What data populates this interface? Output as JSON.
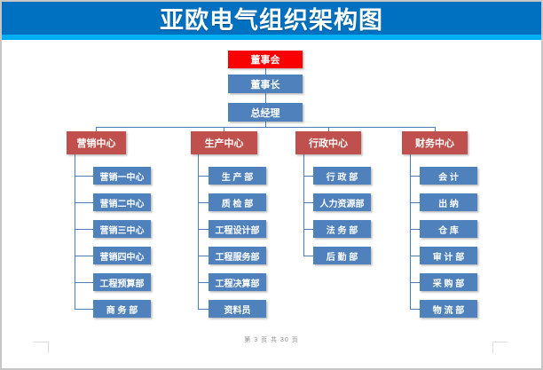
{
  "page": {
    "title": "亚欧电气组织架构图",
    "footer": "第 3 页 共 30 页"
  },
  "colors": {
    "banner_blue": "#0070c0",
    "banner_strip": "#00b0f0",
    "board_red": "#fb0000",
    "center_red": "#c0504d",
    "node_blue": "#4f81bd",
    "connector_blue": "#4a7dbb"
  },
  "chart": {
    "type": "org-chart",
    "root": [
      {
        "label": "董事会"
      },
      {
        "label": "董事长"
      },
      {
        "label": "总经理"
      }
    ],
    "columns": [
      {
        "header": "营销中心",
        "children": [
          "营销一中心",
          "营销二中心",
          "营销三中心",
          "营销四中心",
          "工程预算部",
          "商 务 部"
        ]
      },
      {
        "header": "生产中心",
        "children": [
          "生 产 部",
          "质 检 部",
          "工程设计部",
          "工程服务部",
          "工程决算部",
          "资料员"
        ]
      },
      {
        "header": "行政中心",
        "children": [
          "行 政 部",
          "人力资源部",
          "法 务 部",
          "后 勤 部"
        ]
      },
      {
        "header": "财务中心",
        "children": [
          "会 计",
          "出 纳",
          "仓 库",
          "审 计 部",
          "采 购 部",
          "物 流 部"
        ]
      }
    ]
  }
}
